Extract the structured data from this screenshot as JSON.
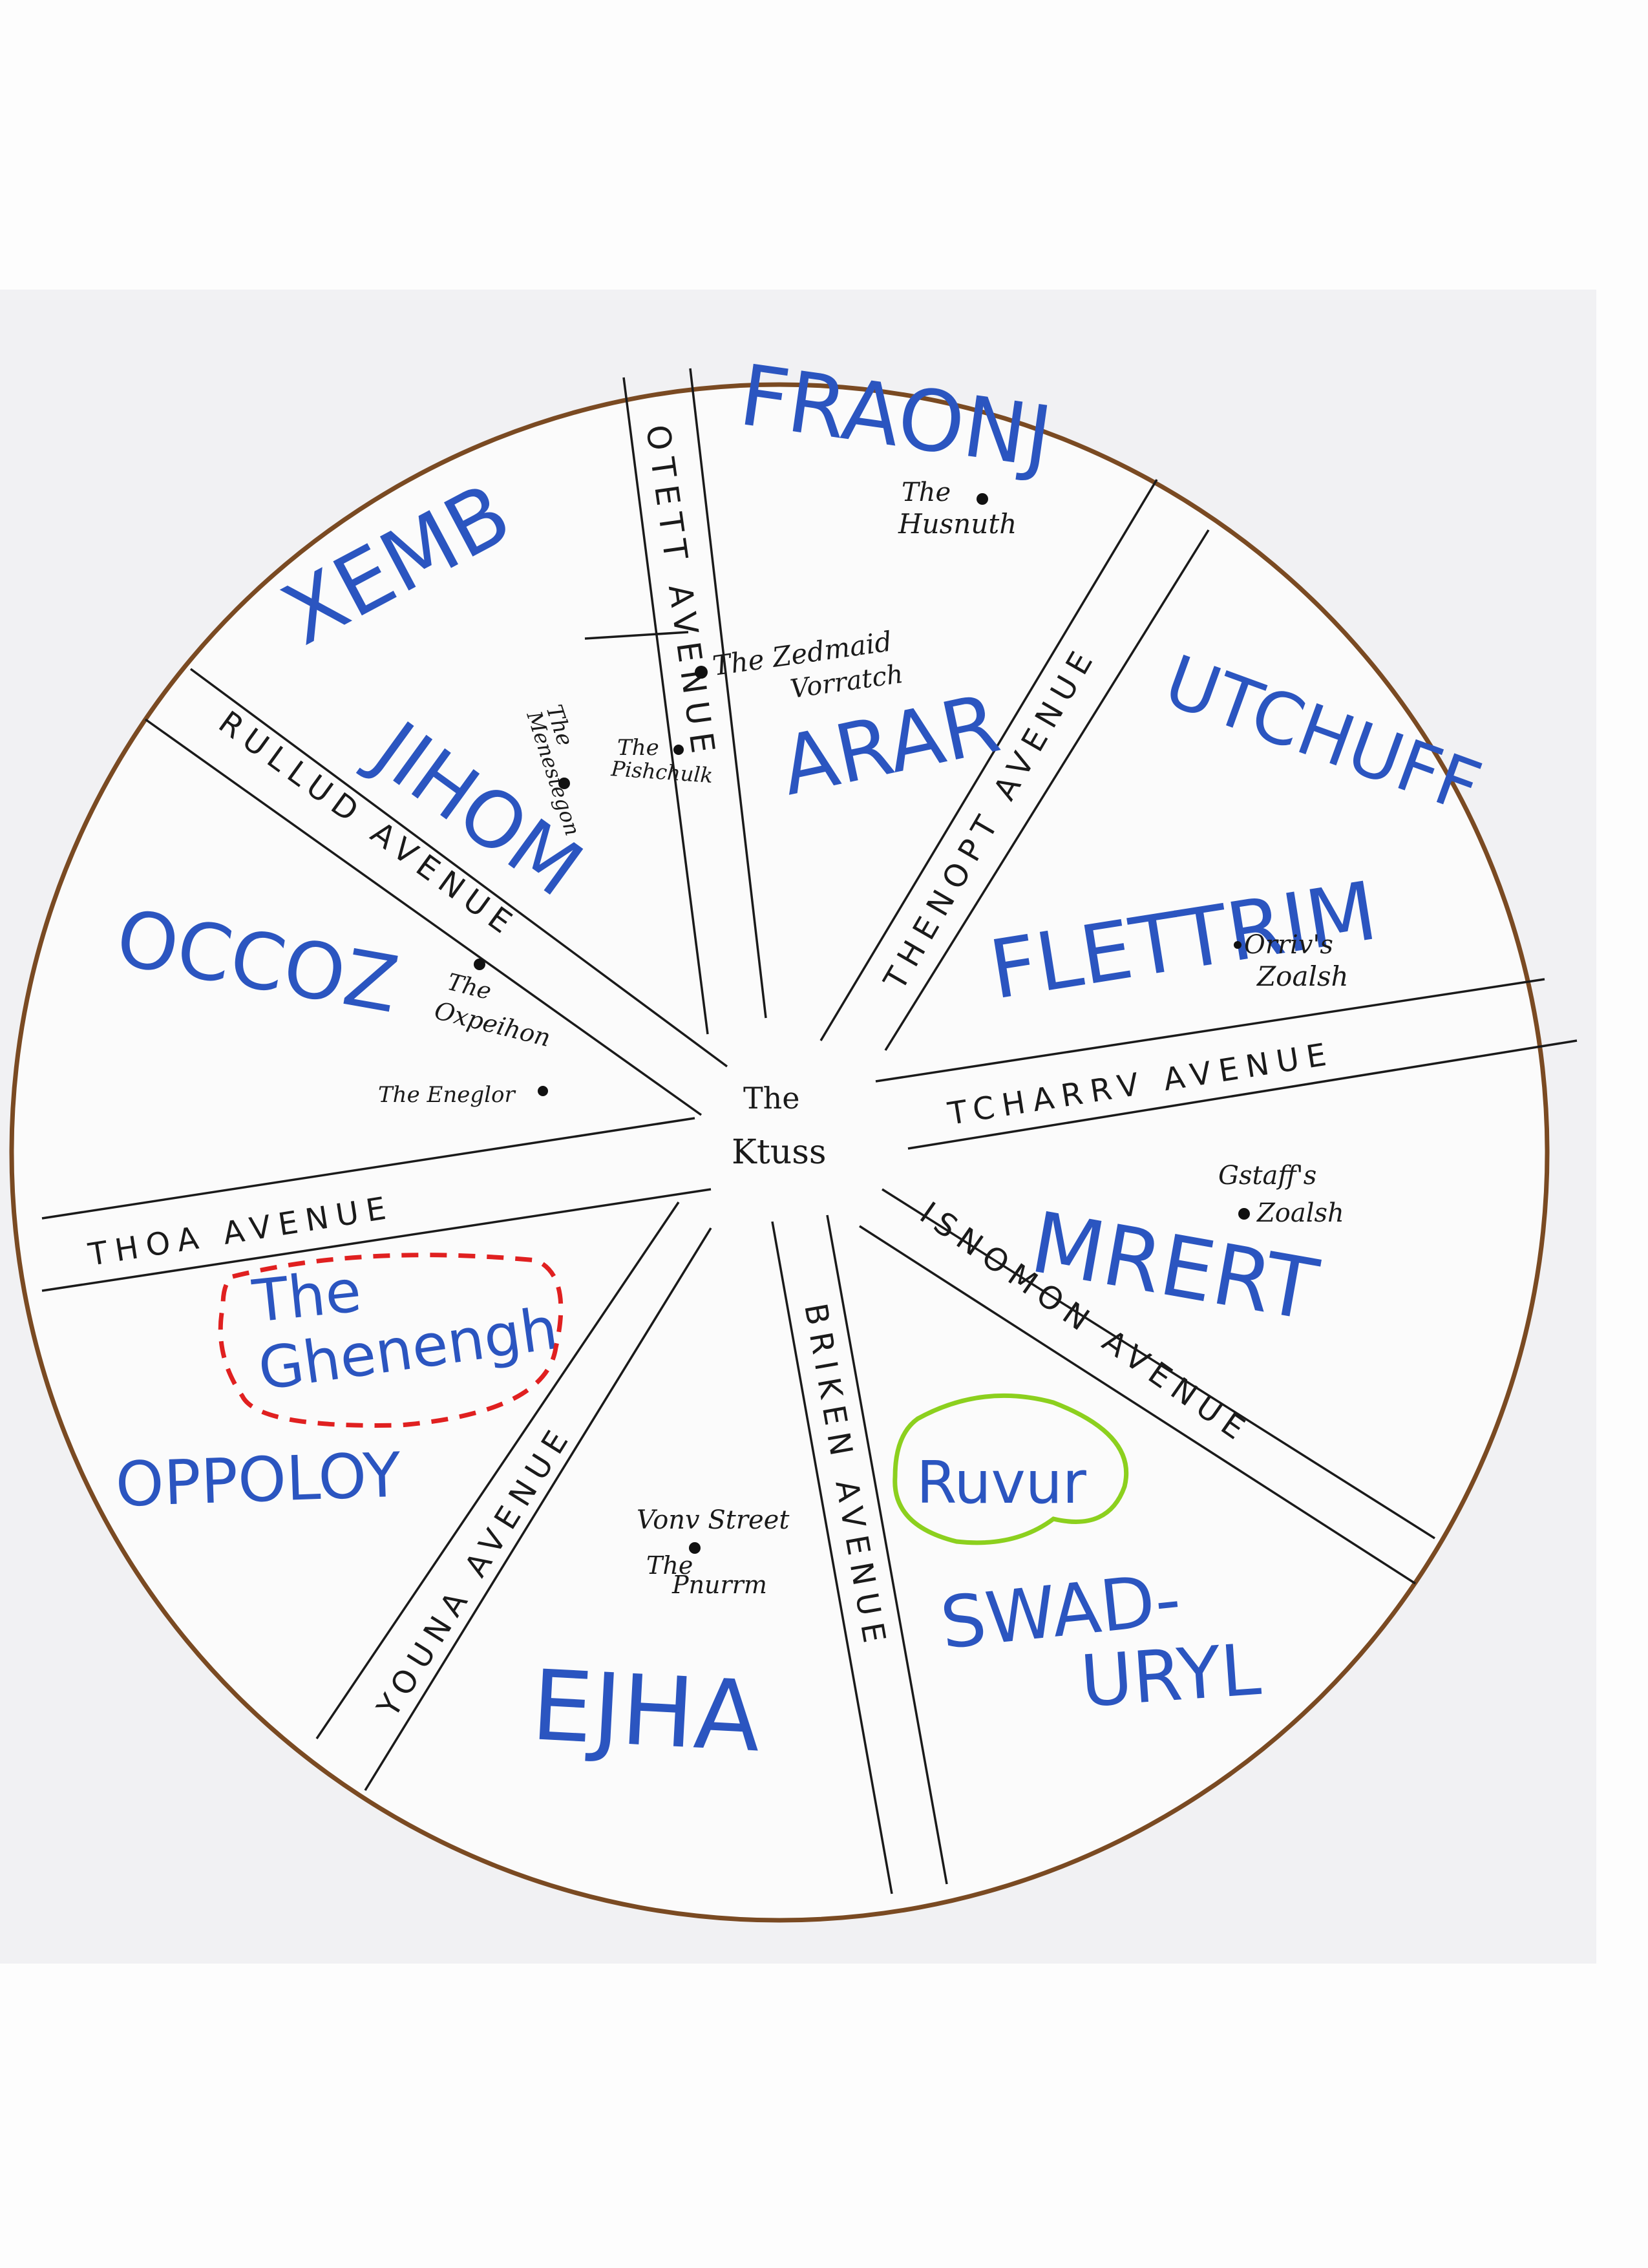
{
  "colors": {
    "boundary": "#7a4a22",
    "region_text": "#2b55c0",
    "road": "#1a1a1a",
    "highlight_red": "#e02020",
    "highlight_green": "#8cd01e"
  },
  "center": {
    "line1": "The",
    "line2": "Ktuss"
  },
  "regions": {
    "fraonj": "FRAONJ",
    "xemb": "XEMB",
    "arar": "ARAR",
    "utchuff": "UTCHUFF",
    "jihom": "JIHOM",
    "flettrim": "FLETTRIM",
    "occoz": "OCCOZ",
    "mrert": "MRERT",
    "the_ghenengh_line1": "The",
    "the_ghenengh_line2": "Ghenengh",
    "oppoloy": "OPPOLOY",
    "ruvur": "Ruvur",
    "swad_line1": "SWAD-",
    "swad_line2": "URYL",
    "ejha": "EJHA"
  },
  "avenues": {
    "otett": "OTETT AVENUE",
    "thenopt": "THENOPT AVENUE",
    "rullud": "RULLUD AVENUE",
    "tcharrv": "TCHARRV AVENUE",
    "thoa": "THOA AVENUE",
    "isnomon": "ISNOMON AVENUE",
    "youna": "YOUNA AVENUE",
    "briken": "BRIKEN AVENUE"
  },
  "places": {
    "husnuth_1": "The",
    "husnuth_2": "Husnuth",
    "zedmaid_1": "The Zedmaid",
    "zedmaid_2": "Vorratch",
    "menestegon_1": "The",
    "menestegon_2": "Menestegon",
    "pishchulk_1": "The",
    "pishchulk_2": "Pishchulk",
    "orriv_1": "Orriv's",
    "orriv_2": "Zoalsh",
    "oxpeihon_1": "The",
    "oxpeihon_2": "Oxpeihon",
    "eneglor": "The Eneglor",
    "gstaff_1": "Gstaff's",
    "gstaff_2": "Zoalsh",
    "vonv_street": "Vonv Street",
    "pnurrm_1": "The",
    "pnurrm_2": "Pnurrm"
  }
}
